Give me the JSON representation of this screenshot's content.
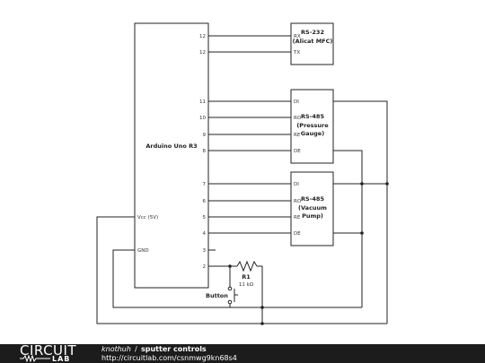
{
  "components": {
    "arduino": {
      "label": "Arduino Uno R3"
    },
    "rs232": {
      "line1": "RS-232",
      "line2": "(Alicat MFC)",
      "pin_rx": "RX",
      "pin_tx": "TX"
    },
    "rs485_pressure": {
      "line1": "RS-485",
      "line2": "(Pressure",
      "line3": "Gauge)",
      "pin_di": "DI",
      "pin_ro": "RO",
      "pin_re": "RE",
      "pin_de": "DE"
    },
    "rs485_vacuum": {
      "line1": "RS-485",
      "line2": "(Vacuum",
      "line3": "Pump)",
      "pin_di": "DI",
      "pin_ro": "RO",
      "pin_re": "RE",
      "pin_de": "DE"
    },
    "resistor": {
      "name": "R1",
      "value": "11 kΩ"
    },
    "button": {
      "label": "Button"
    }
  },
  "arduino_pins": {
    "p12a": "12",
    "p12b": "12",
    "p11": "11",
    "p10": "10",
    "p9": "9",
    "p8": "8",
    "p7": "7",
    "p6": "6",
    "p5": "5",
    "p4": "4",
    "p3": "3",
    "p2": "2",
    "vcc": "Vcc (5V)",
    "gnd": "GND"
  },
  "footer": {
    "logo_top": "CIRCUIT",
    "logo_bottom": "LAB",
    "author": "knothuh",
    "separator": "/",
    "title": "sputter controls",
    "url": "http://circuitlab.com/csnmwg9kn68s4"
  },
  "colors": {
    "wire": "#222222",
    "footer_bg": "#1c1c1c",
    "footer_text": "#ffffff"
  }
}
